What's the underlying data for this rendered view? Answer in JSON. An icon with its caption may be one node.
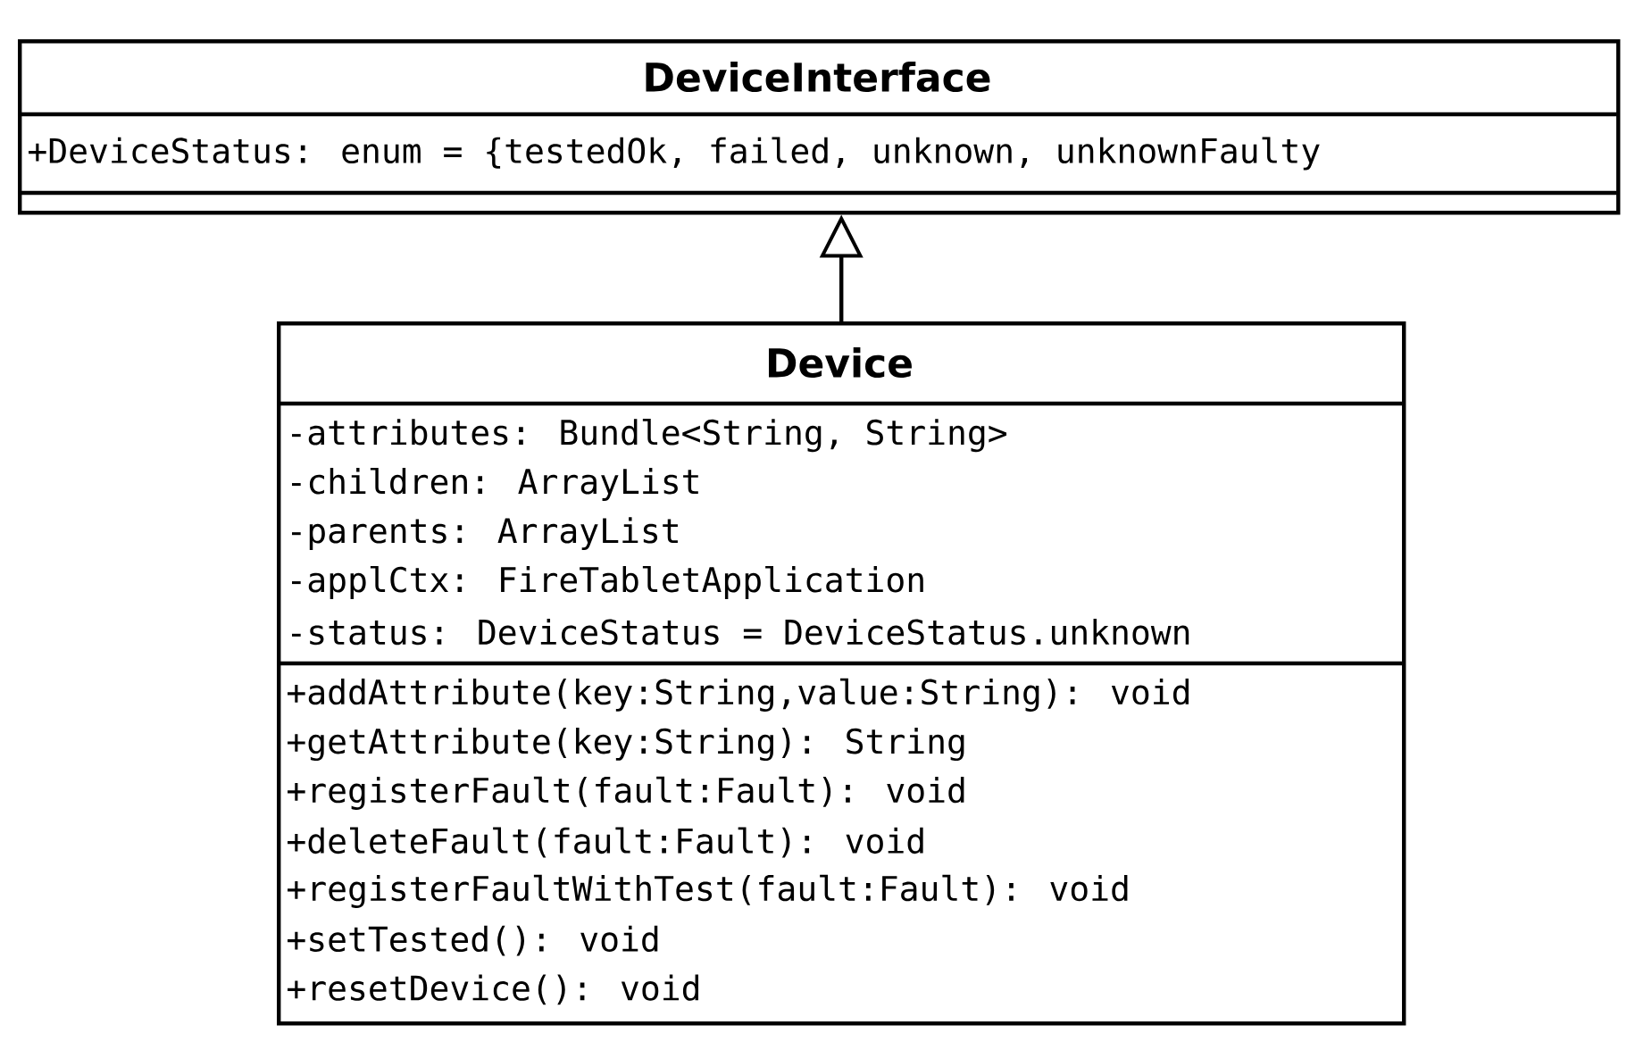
{
  "diagram": {
    "nodes": [
      {
        "text": [
          "DeviceInterface",
          "+DeviceStatus: enum = {testedOk, failed, unknown, unknownFaulty"
        ]
      },
      {
        "text": [
          "Device",
          "-attributes: Bundle<String, String>",
          "-children: ArrayList",
          "-parents: ArrayList",
          "-applCtx: FireTabletApplication",
          "-status: DeviceStatus = DeviceStatus.unknown",
          "+addAttribute(key:String,value:String): void",
          "+getAttribute(key:String): String",
          "+registerFault(fault:Fault): void",
          "+deleteFault(fault:Fault): void",
          "+registerFaultWithTest(fault:Fault): void",
          "+setTested(): void",
          "+resetDevice(): void"
        ]
      }
    ],
    "edges": [
      {
        "from": 1,
        "to": 0,
        "arrow": "to"
      }
    ]
  }
}
